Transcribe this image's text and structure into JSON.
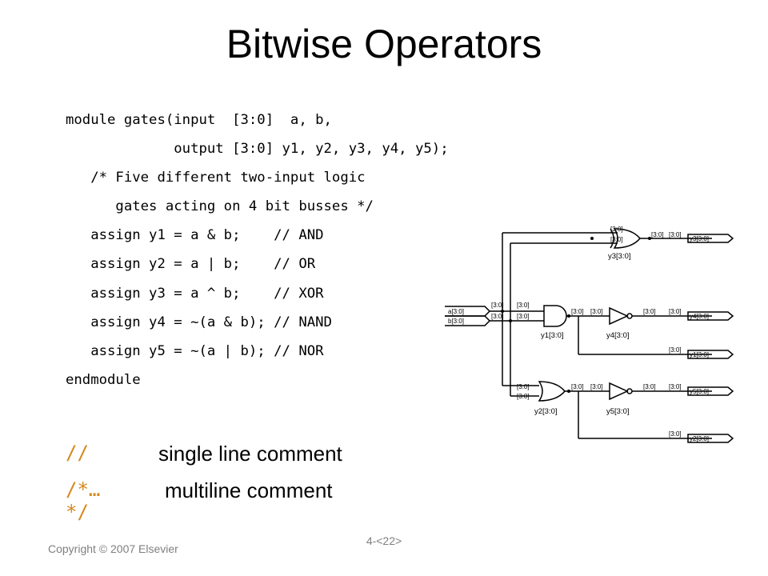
{
  "slide": {
    "title": "Bitwise Operators",
    "code_lines": [
      "module gates(input  [3:0]  a, b,",
      "             output [3:0] y1, y2, y3, y4, y5);",
      "   /* Five different two-input logic",
      "      gates acting on 4 bit busses */",
      "   assign y1 = a & b;    // AND",
      "   assign y2 = a | b;    // OR",
      "   assign y3 = a ^ b;    // XOR",
      "   assign y4 = ~(a & b); // NAND",
      "   assign y5 = ~(a | b); // NOR",
      "endmodule"
    ],
    "comments": [
      {
        "symbol": "//",
        "text": "single line comment"
      },
      {
        "symbol": "/*…*/",
        "text": "multiline comment"
      }
    ],
    "copyright": "Copyright © 2007 Elsevier",
    "page_number": "4-<22>"
  },
  "schematic": {
    "bus_label": "[3:0]",
    "inputs": [
      "a[3:0]",
      "b[3:0]"
    ],
    "gate_labels": [
      "y3[3:0]",
      "y1[3:0]",
      "y4[3:0]",
      "y2[3:0]",
      "y5[3:0]"
    ],
    "outputs": [
      "y3[3:0]",
      "y4[3:0]",
      "y1[3:0]",
      "y5[3:0]",
      "y2[3:0]"
    ],
    "comment_color": "#d4881e"
  }
}
